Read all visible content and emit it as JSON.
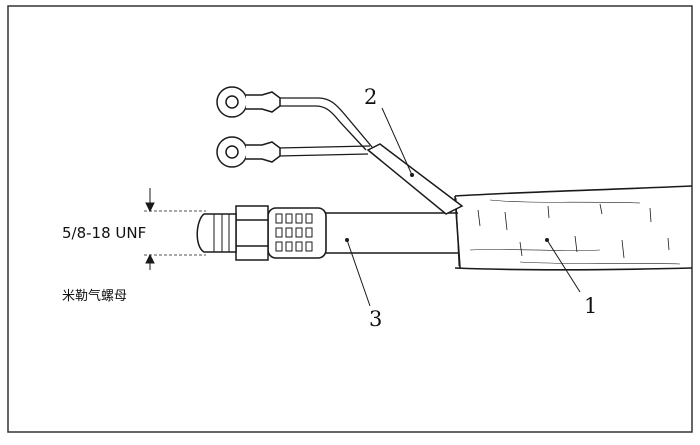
{
  "diagram": {
    "callouts": [
      {
        "id": "1",
        "text": "1"
      },
      {
        "id": "2",
        "text": "2"
      },
      {
        "id": "3",
        "text": "3"
      }
    ],
    "thread_spec": "5/8-18 UNF",
    "nut_label": "米勒气螺母",
    "colors": {
      "ink": "#1a1a1a",
      "paper": "#ffffff",
      "frame": "#333333"
    }
  }
}
